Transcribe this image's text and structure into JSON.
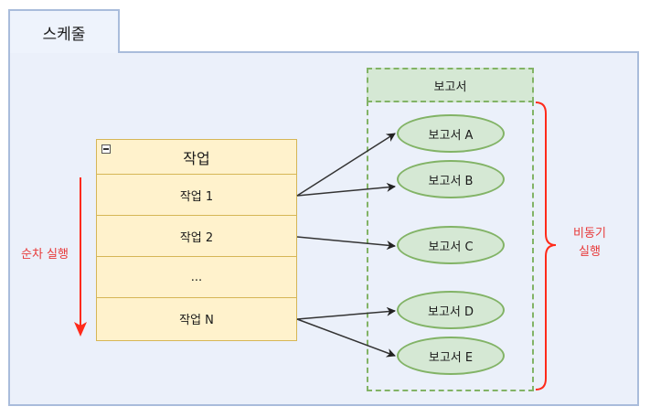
{
  "tab": {
    "label": "스케줄"
  },
  "task_list": {
    "title": "작업",
    "collapse_icon": "minus-square-icon",
    "rows": [
      "작업 1",
      "작업 2",
      "...",
      "작업 N"
    ]
  },
  "reports": {
    "group_title": "보고서",
    "items": [
      "보고서 A",
      "보고서 B",
      "보고서 C",
      "보고서 D",
      "보고서 E"
    ]
  },
  "edges": [
    {
      "from": "작업 1",
      "to": "보고서 A"
    },
    {
      "from": "작업 1",
      "to": "보고서 B"
    },
    {
      "from": "작업 2",
      "to": "보고서 C"
    },
    {
      "from": "작업 N",
      "to": "보고서 D"
    },
    {
      "from": "작업 N",
      "to": "보고서 E"
    }
  ],
  "annotations": {
    "sequential": "순차 실행",
    "async_line1": "비동기",
    "async_line2": "실행"
  },
  "colors": {
    "frame_fill": "#ebf0fa",
    "frame_border": "#a9bcdb",
    "task_fill": "#fff2cc",
    "task_border": "#d6b656",
    "report_fill": "#d5e8d4",
    "report_border": "#82b366",
    "annotation": "#e83a3a",
    "arrow_red": "#ff2a1a",
    "edge": "#333333"
  }
}
